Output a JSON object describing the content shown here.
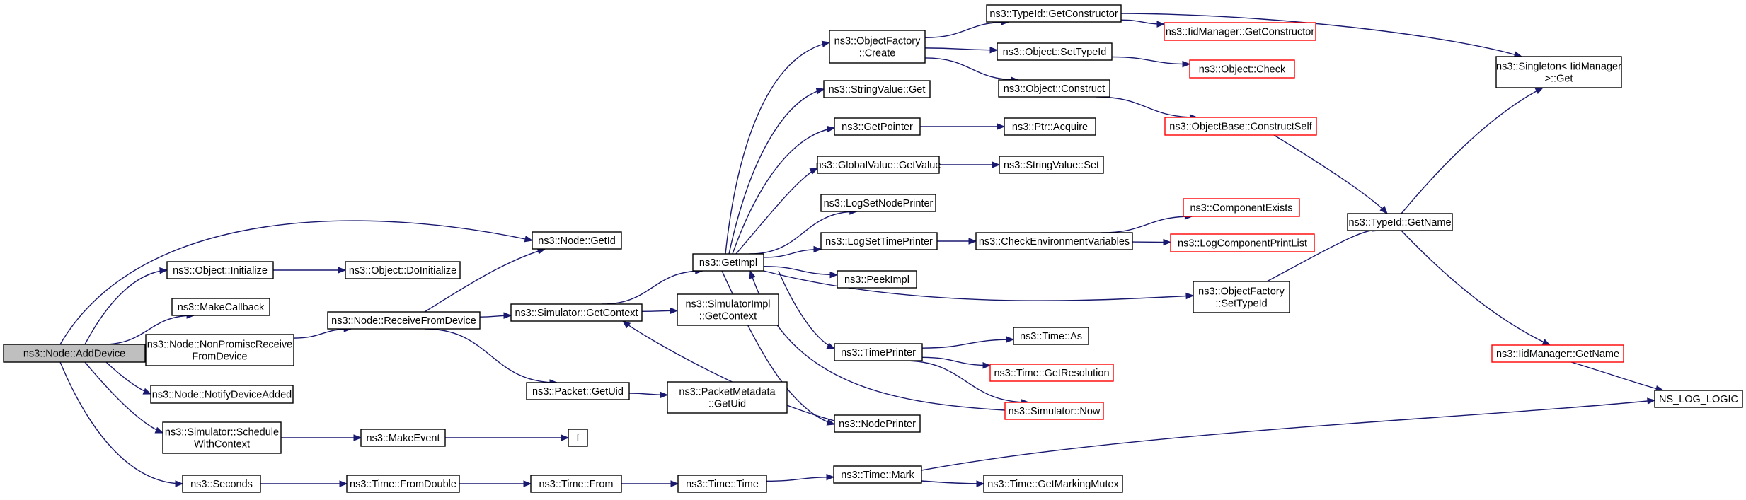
{
  "colors": {
    "edge": "#191970",
    "normal_border": "#000000",
    "truncated_border": "#ff0000",
    "root_fill": "#bfbfbf",
    "node_fill": "#ffffff"
  },
  "nodes": [
    {
      "id": "add_device",
      "lines": [
        "ns3::Node::AddDevice"
      ],
      "style": "root"
    },
    {
      "id": "node_getid",
      "lines": [
        "ns3::Node::GetId"
      ],
      "style": "normal"
    },
    {
      "id": "object_initialize",
      "lines": [
        "ns3::Object::Initialize"
      ],
      "style": "normal"
    },
    {
      "id": "object_doinitialize",
      "lines": [
        "ns3::Object::DoInitialize"
      ],
      "style": "normal"
    },
    {
      "id": "make_callback",
      "lines": [
        "ns3::MakeCallback"
      ],
      "style": "normal"
    },
    {
      "id": "nonpromisc",
      "lines": [
        "ns3::Node::NonPromiscReceive",
        "FromDevice"
      ],
      "style": "normal"
    },
    {
      "id": "receive_from_device",
      "lines": [
        "ns3::Node::ReceiveFromDevice"
      ],
      "style": "normal"
    },
    {
      "id": "notify_device_added",
      "lines": [
        "ns3::Node::NotifyDeviceAdded"
      ],
      "style": "normal"
    },
    {
      "id": "schedule_with_context",
      "lines": [
        "ns3::Simulator::Schedule",
        "WithContext"
      ],
      "style": "normal"
    },
    {
      "id": "make_event",
      "lines": [
        "ns3::MakeEvent"
      ],
      "style": "normal"
    },
    {
      "id": "f",
      "lines": [
        "f"
      ],
      "style": "normal"
    },
    {
      "id": "seconds",
      "lines": [
        "ns3::Seconds"
      ],
      "style": "normal"
    },
    {
      "id": "time_fromdouble",
      "lines": [
        "ns3::Time::FromDouble"
      ],
      "style": "normal"
    },
    {
      "id": "time_from",
      "lines": [
        "ns3::Time::From"
      ],
      "style": "normal"
    },
    {
      "id": "time_time",
      "lines": [
        "ns3::Time::Time"
      ],
      "style": "normal"
    },
    {
      "id": "time_mark",
      "lines": [
        "ns3::Time::Mark"
      ],
      "style": "normal"
    },
    {
      "id": "time_getmarkingmutex",
      "lines": [
        "ns3::Time::GetMarkingMutex"
      ],
      "style": "normal"
    },
    {
      "id": "sim_getcontext",
      "lines": [
        "ns3::Simulator::GetContext"
      ],
      "style": "normal"
    },
    {
      "id": "simimpl_getcontext",
      "lines": [
        "ns3::SimulatorImpl",
        "::GetContext"
      ],
      "style": "normal"
    },
    {
      "id": "packet_getuid",
      "lines": [
        "ns3::Packet::GetUid"
      ],
      "style": "normal"
    },
    {
      "id": "packetmetadata_getuid",
      "lines": [
        "ns3::PacketMetadata",
        "::GetUid"
      ],
      "style": "normal"
    },
    {
      "id": "getimpl",
      "lines": [
        "ns3::GetImpl"
      ],
      "style": "normal"
    },
    {
      "id": "objectfactory_create",
      "lines": [
        "ns3::ObjectFactory",
        "::Create"
      ],
      "style": "normal"
    },
    {
      "id": "stringvalue_get",
      "lines": [
        "ns3::StringValue::Get"
      ],
      "style": "normal"
    },
    {
      "id": "getpointer",
      "lines": [
        "ns3::GetPointer"
      ],
      "style": "normal"
    },
    {
      "id": "globalvalue_getvalue",
      "lines": [
        "ns3::GlobalValue::GetValue"
      ],
      "style": "normal"
    },
    {
      "id": "logsetnodeprinter",
      "lines": [
        "ns3::LogSetNodePrinter"
      ],
      "style": "normal"
    },
    {
      "id": "logsettimeprinter",
      "lines": [
        "ns3::LogSetTimePrinter"
      ],
      "style": "normal"
    },
    {
      "id": "peekimpl",
      "lines": [
        "ns3::PeekImpl"
      ],
      "style": "normal"
    },
    {
      "id": "timeprinter",
      "lines": [
        "ns3::TimePrinter"
      ],
      "style": "normal"
    },
    {
      "id": "nodeprinter",
      "lines": [
        "ns3::NodePrinter"
      ],
      "style": "normal"
    },
    {
      "id": "typeid_getconstructor",
      "lines": [
        "ns3::TypeId::GetConstructor"
      ],
      "style": "normal"
    },
    {
      "id": "object_settypeid",
      "lines": [
        "ns3::Object::SetTypeId"
      ],
      "style": "normal"
    },
    {
      "id": "object_construct",
      "lines": [
        "ns3::Object::Construct"
      ],
      "style": "normal"
    },
    {
      "id": "ptr_acquire",
      "lines": [
        "ns3::Ptr::Acquire"
      ],
      "style": "normal"
    },
    {
      "id": "stringvalue_set",
      "lines": [
        "ns3::StringValue::Set"
      ],
      "style": "normal"
    },
    {
      "id": "check_env_vars",
      "lines": [
        "ns3::CheckEnvironmentVariables"
      ],
      "style": "normal"
    },
    {
      "id": "time_as",
      "lines": [
        "ns3::Time::As"
      ],
      "style": "normal"
    },
    {
      "id": "time_getresolution",
      "lines": [
        "ns3::Time::GetResolution"
      ],
      "style": "truncated"
    },
    {
      "id": "simulator_now",
      "lines": [
        "ns3::Simulator::Now"
      ],
      "style": "truncated"
    },
    {
      "id": "iidmanager_getconstructor",
      "lines": [
        "ns3::IidManager::GetConstructor"
      ],
      "style": "truncated"
    },
    {
      "id": "object_check",
      "lines": [
        "ns3::Object::Check"
      ],
      "style": "truncated"
    },
    {
      "id": "objectbase_constructself",
      "lines": [
        "ns3::ObjectBase::ConstructSelf"
      ],
      "style": "truncated"
    },
    {
      "id": "componentexists",
      "lines": [
        "ns3::ComponentExists"
      ],
      "style": "truncated"
    },
    {
      "id": "logcomponentprintlist",
      "lines": [
        "ns3::LogComponentPrintList"
      ],
      "style": "truncated"
    },
    {
      "id": "objectfactory_settypeid",
      "lines": [
        "ns3::ObjectFactory",
        "::SetTypeId"
      ],
      "style": "normal"
    },
    {
      "id": "typeid_getname",
      "lines": [
        "ns3::TypeId::GetName"
      ],
      "style": "normal"
    },
    {
      "id": "singleton_get",
      "lines": [
        "ns3::Singleton< IidManager",
        ">::Get"
      ],
      "style": "normal"
    },
    {
      "id": "iidmanager_getname",
      "lines": [
        "ns3::IidManager::GetName"
      ],
      "style": "truncated"
    },
    {
      "id": "ns_log_logic",
      "lines": [
        "NS_LOG_LOGIC"
      ],
      "style": "normal"
    }
  ],
  "edges": [
    [
      "add_device",
      "node_getid"
    ],
    [
      "add_device",
      "object_initialize"
    ],
    [
      "add_device",
      "make_callback"
    ],
    [
      "add_device",
      "nonpromisc"
    ],
    [
      "add_device",
      "notify_device_added"
    ],
    [
      "add_device",
      "schedule_with_context"
    ],
    [
      "add_device",
      "seconds"
    ],
    [
      "object_initialize",
      "object_doinitialize"
    ],
    [
      "nonpromisc",
      "receive_from_device"
    ],
    [
      "receive_from_device",
      "node_getid"
    ],
    [
      "receive_from_device",
      "sim_getcontext"
    ],
    [
      "receive_from_device",
      "packet_getuid"
    ],
    [
      "schedule_with_context",
      "make_event"
    ],
    [
      "make_event",
      "f"
    ],
    [
      "seconds",
      "time_fromdouble"
    ],
    [
      "time_fromdouble",
      "time_from"
    ],
    [
      "time_from",
      "time_time"
    ],
    [
      "time_time",
      "time_mark"
    ],
    [
      "time_mark",
      "time_getmarkingmutex"
    ],
    [
      "time_mark",
      "ns_log_logic"
    ],
    [
      "sim_getcontext",
      "getimpl"
    ],
    [
      "sim_getcontext",
      "simimpl_getcontext"
    ],
    [
      "packet_getuid",
      "packetmetadata_getuid"
    ],
    [
      "getimpl",
      "objectfactory_create"
    ],
    [
      "getimpl",
      "stringvalue_get"
    ],
    [
      "getimpl",
      "getpointer"
    ],
    [
      "getimpl",
      "globalvalue_getvalue"
    ],
    [
      "getimpl",
      "logsetnodeprinter"
    ],
    [
      "getimpl",
      "logsettimeprinter"
    ],
    [
      "getimpl",
      "peekimpl"
    ],
    [
      "getimpl",
      "timeprinter"
    ],
    [
      "getimpl",
      "nodeprinter"
    ],
    [
      "getimpl",
      "objectfactory_settypeid"
    ],
    [
      "objectfactory_create",
      "typeid_getconstructor"
    ],
    [
      "objectfactory_create",
      "object_settypeid"
    ],
    [
      "objectfactory_create",
      "object_construct"
    ],
    [
      "getpointer",
      "ptr_acquire"
    ],
    [
      "globalvalue_getvalue",
      "stringvalue_set"
    ],
    [
      "logsettimeprinter",
      "check_env_vars"
    ],
    [
      "timeprinter",
      "time_as"
    ],
    [
      "timeprinter",
      "time_getresolution"
    ],
    [
      "timeprinter",
      "simulator_now"
    ],
    [
      "nodeprinter",
      "sim_getcontext"
    ],
    [
      "simulator_now",
      "getimpl"
    ],
    [
      "typeid_getconstructor",
      "iidmanager_getconstructor"
    ],
    [
      "typeid_getconstructor",
      "singleton_get"
    ],
    [
      "object_settypeid",
      "object_check"
    ],
    [
      "object_construct",
      "objectbase_constructself"
    ],
    [
      "check_env_vars",
      "componentexists"
    ],
    [
      "check_env_vars",
      "logcomponentprintlist"
    ],
    [
      "objectbase_constructself",
      "typeid_getname"
    ],
    [
      "objectfactory_settypeid",
      "typeid_getname"
    ],
    [
      "typeid_getname",
      "singleton_get"
    ],
    [
      "typeid_getname",
      "iidmanager_getname"
    ],
    [
      "iidmanager_getname",
      "ns_log_logic"
    ]
  ]
}
